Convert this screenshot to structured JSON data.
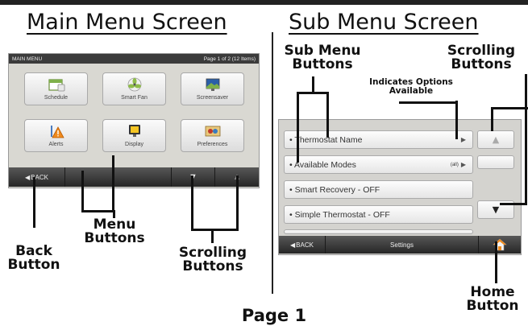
{
  "headings": {
    "main": "Main Menu Screen",
    "sub": "Sub Menu Screen"
  },
  "main_screen": {
    "header_title": "MAIN MENU",
    "header_page": "Page 1 of 2 (12 Items)",
    "buttons": [
      {
        "label": "Schedule",
        "icon": "calendar-icon"
      },
      {
        "label": "Smart Fan",
        "icon": "fan-icon"
      },
      {
        "label": "Screensaver",
        "icon": "screensaver-icon"
      },
      {
        "label": "Alerts",
        "icon": "alert-icon"
      },
      {
        "label": "Display",
        "icon": "display-icon"
      },
      {
        "label": "Preferences",
        "icon": "preferences-icon"
      }
    ],
    "back_label": "BACK"
  },
  "sub_screen": {
    "items": [
      {
        "label": "Thermostat Name",
        "options": ""
      },
      {
        "label": "Available Modes",
        "options": "(all)"
      },
      {
        "label": "Smart Recovery - OFF",
        "options": ""
      },
      {
        "label": "Simple Thermostat - OFF",
        "options": ""
      }
    ],
    "back_label": "BACK",
    "footer_title": "Settings"
  },
  "callouts": {
    "menu_buttons": "Menu\nButtons",
    "back_button": "Back\nButton",
    "scrolling_buttons_main": "Scrolling\nButtons",
    "sub_menu_buttons": "Sub Menu\nButtons",
    "scrolling_buttons_sub": "Scrolling\nButtons",
    "indicates_options": "Indicates Options\nAvailable",
    "home_button": "Home\nButton"
  },
  "page_label": "Page 1",
  "colors": {
    "screen_bg": "#d9d8d2",
    "bar_dark": "#262626",
    "text_dark": "#111111"
  }
}
